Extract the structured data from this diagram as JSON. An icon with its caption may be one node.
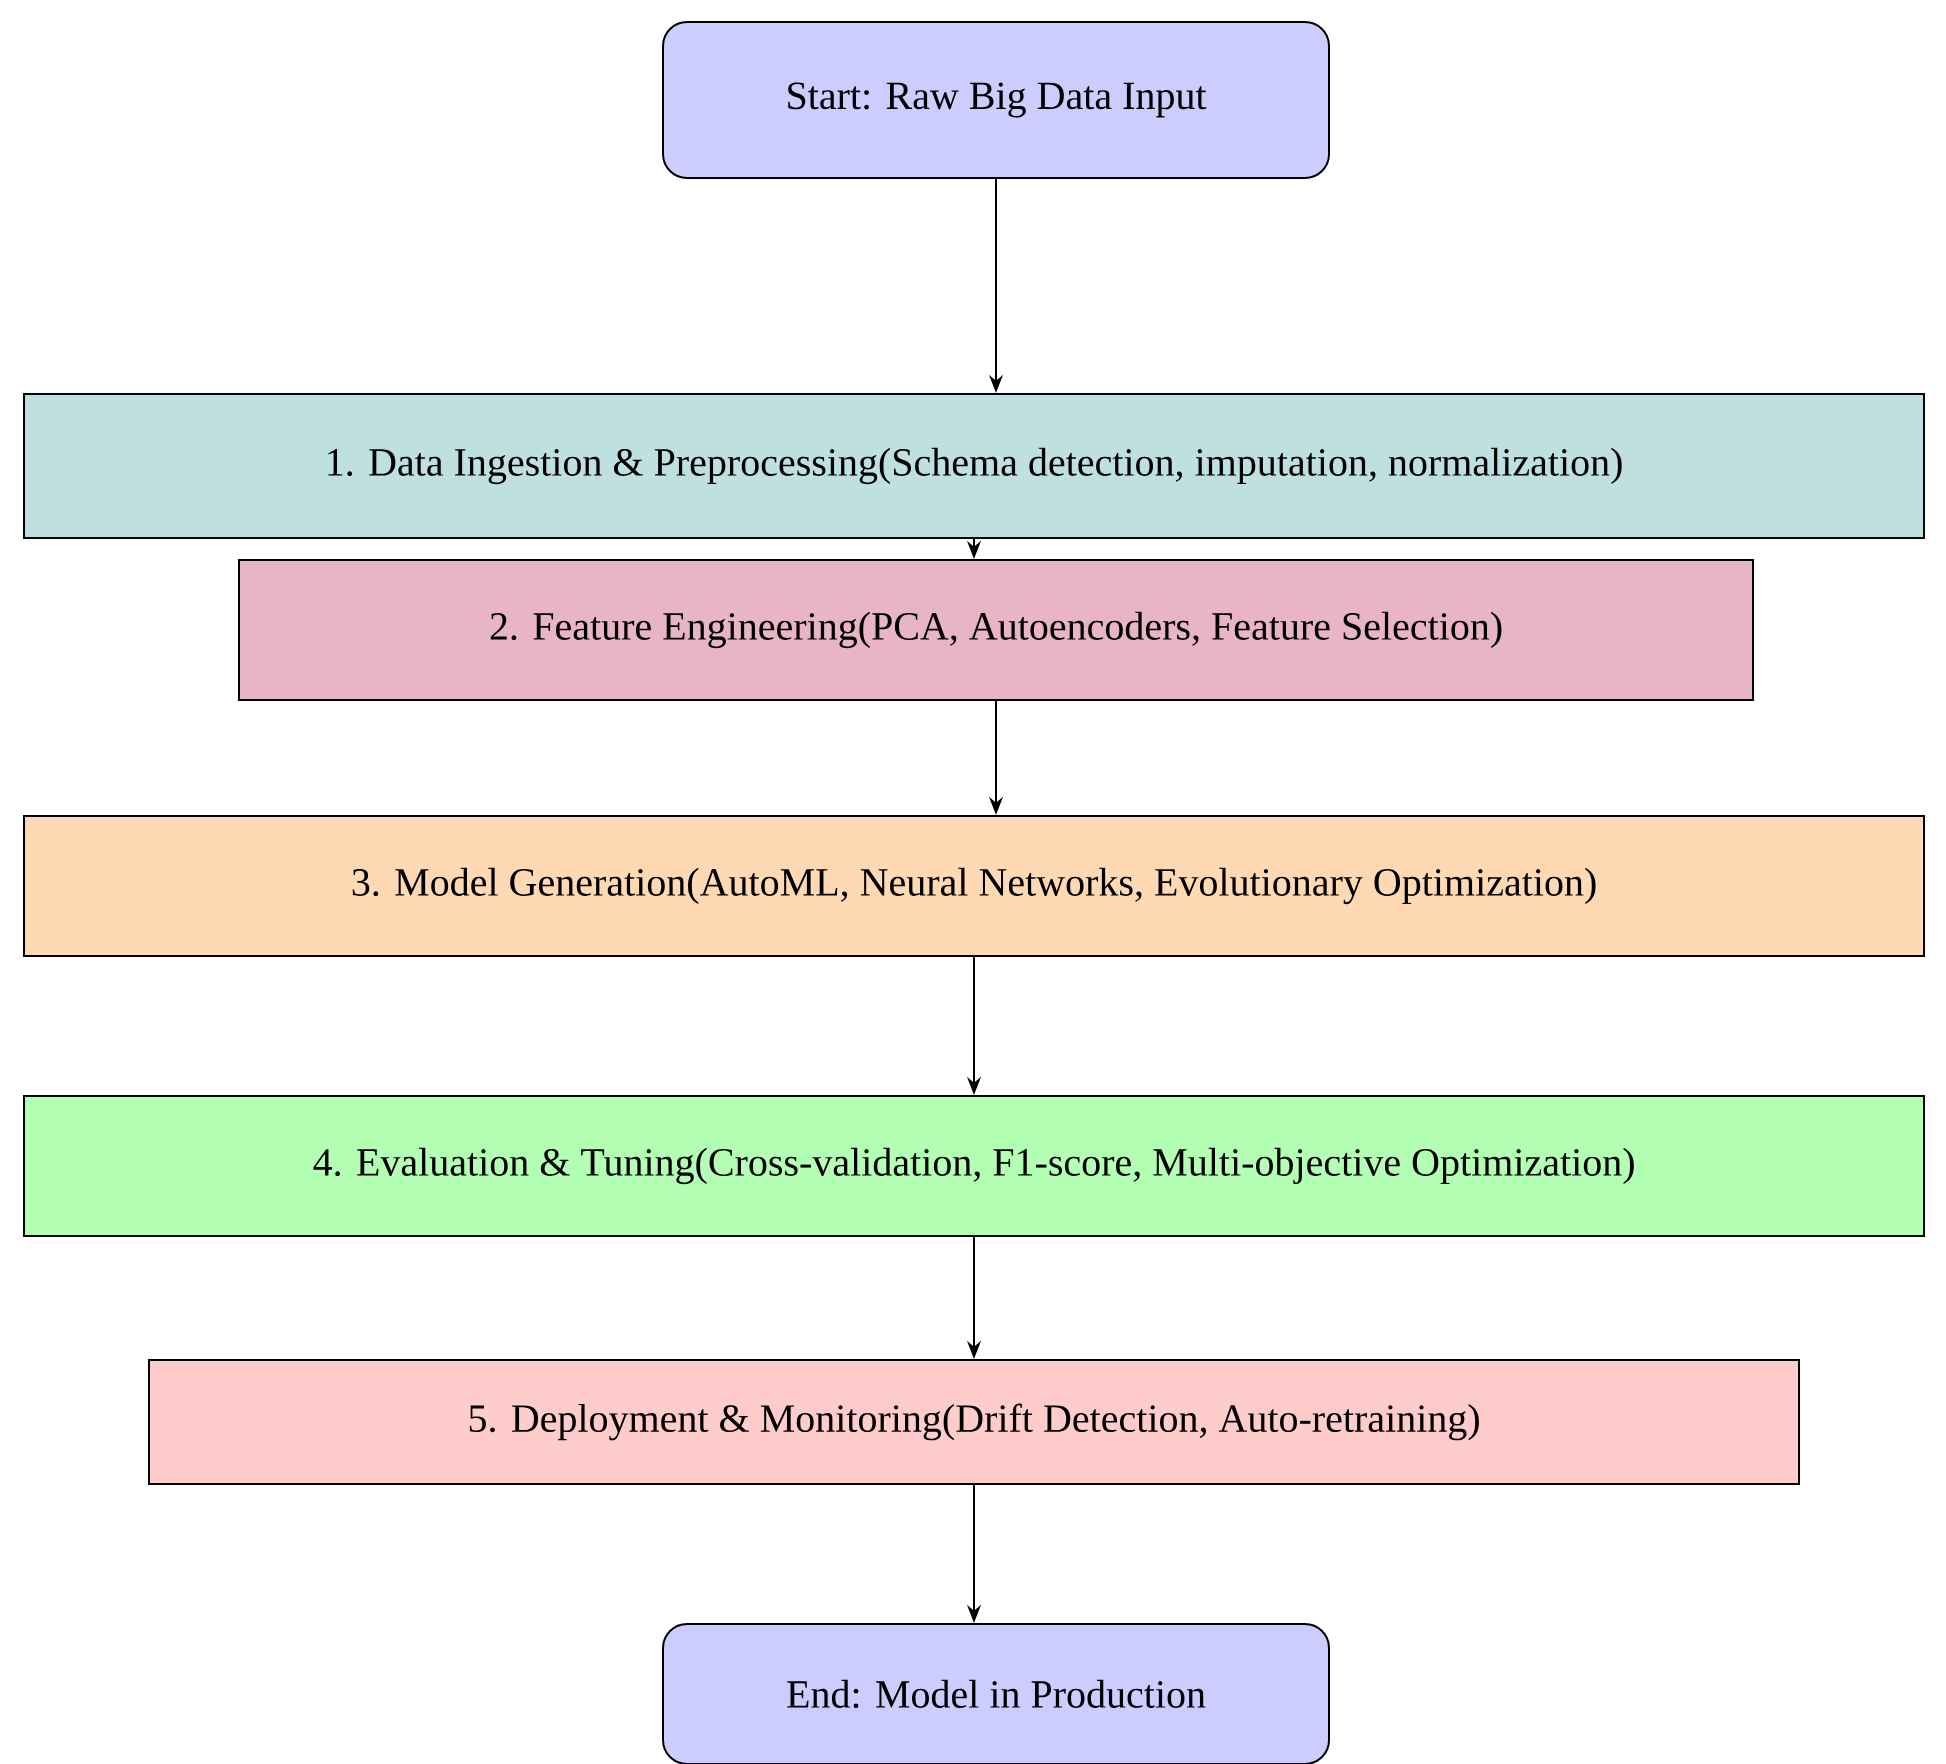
{
  "diagram": {
    "nodes": [
      {
        "text": [
          "Start: Raw Big Data Input"
        ]
      },
      {
        "text": [
          "1. Data Ingestion & Preprocessing(Schema detection, imputation, normalization)"
        ]
      },
      {
        "text": [
          "2. Feature Engineering(PCA, Autoencoders, Feature Selection)"
        ]
      },
      {
        "text": [
          "3. Model Generation(AutoML, Neural Networks, Evolutionary Optimization)"
        ]
      },
      {
        "text": [
          "4. Evaluation & Tuning(Cross-validation, F1-score, Multi-objective Optimization)"
        ]
      },
      {
        "text": [
          "5. Deployment & Monitoring(Drift Detection, Auto-retraining)"
        ]
      },
      {
        "text": [
          "End: Model in Production"
        ]
      }
    ],
    "edges": [
      {
        "from": 0,
        "to": 1,
        "arrow": "to"
      },
      {
        "from": 1,
        "to": 2,
        "arrow": "to"
      },
      {
        "from": 2,
        "to": 3,
        "arrow": "to"
      },
      {
        "from": 3,
        "to": 4,
        "arrow": "to"
      },
      {
        "from": 4,
        "to": 5,
        "arrow": "to"
      },
      {
        "from": 5,
        "to": 6,
        "arrow": "to"
      }
    ]
  }
}
